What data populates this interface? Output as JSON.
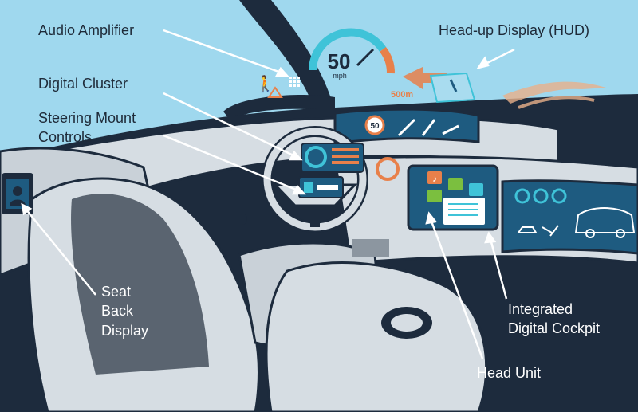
{
  "labels": {
    "audio_amplifier": "Audio Amplifier",
    "hud": "Head-up Display (HUD)",
    "digital_cluster": "Digital Cluster",
    "steering_line1": "Steering Mount",
    "steering_line2": "Controls",
    "seat_line1": "Seat",
    "seat_line2": "Back",
    "seat_line3": "Display",
    "cockpit_line1": "Integrated",
    "cockpit_line2": "Digital Cockpit",
    "head_unit": "Head Unit"
  },
  "hud": {
    "speed": "50",
    "speed_unit": "mph",
    "distance": "500m"
  },
  "cluster": {
    "speed_sign": "50"
  },
  "colors": {
    "sky": "#9fd8ee",
    "dark_navy": "#1d2b3d",
    "dash_light": "#d6dde3",
    "screen_blue": "#1e5b80",
    "accent_orange": "#e8804a",
    "accent_cyan": "#3fc3d8",
    "label_text": "#1e2a38"
  }
}
